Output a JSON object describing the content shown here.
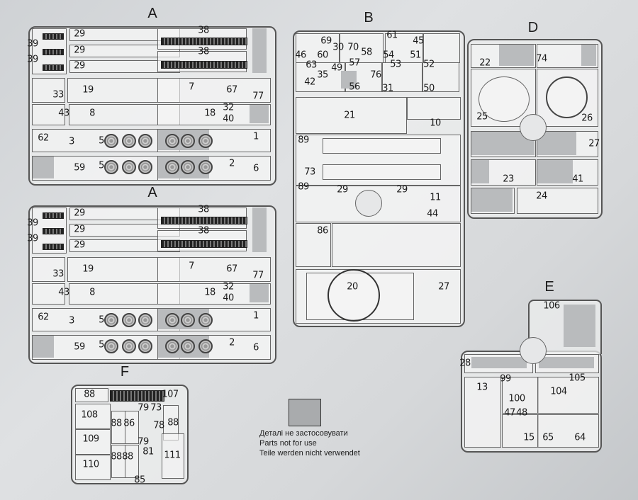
{
  "sprues": {
    "A1": {
      "title": "A",
      "parts": [
        "39",
        "39",
        "29",
        "29",
        "29",
        "38",
        "38",
        "33",
        "19",
        "7",
        "67",
        "77",
        "43",
        "8",
        "18",
        "32",
        "40",
        "62",
        "3",
        "5",
        "1",
        "59",
        "5",
        "2",
        "6"
      ]
    },
    "A2": {
      "title": "A",
      "parts": [
        "39",
        "39",
        "29",
        "29",
        "29",
        "38",
        "38",
        "33",
        "19",
        "7",
        "67",
        "77",
        "43",
        "8",
        "18",
        "32",
        "40",
        "62",
        "3",
        "5",
        "1",
        "59",
        "5",
        "2",
        "6"
      ]
    },
    "B": {
      "title": "B",
      "parts": [
        "69",
        "46",
        "60",
        "30",
        "70",
        "58",
        "61",
        "54",
        "45",
        "51",
        "63",
        "35",
        "49",
        "57",
        "42",
        "56",
        "76",
        "53",
        "31",
        "52",
        "50",
        "21",
        "10",
        "89",
        "73",
        "89",
        "29",
        "29",
        "11",
        "44",
        "86",
        "20",
        "27"
      ]
    },
    "D": {
      "title": "D",
      "parts": [
        "22",
        "74",
        "25",
        "26",
        "27",
        "23",
        "41",
        "24"
      ]
    },
    "E": {
      "title": "E",
      "parts": [
        "106",
        "28",
        "13",
        "99",
        "100",
        "104",
        "105",
        "47",
        "48",
        "15",
        "65",
        "64"
      ]
    },
    "F": {
      "title": "F",
      "parts": [
        "88",
        "107",
        "108",
        "109",
        "110",
        "88",
        "86",
        "88",
        "88",
        "79",
        "73",
        "78",
        "79",
        "81",
        "111",
        "88",
        "85"
      ]
    }
  },
  "legend": {
    "swatch_color": "#a9abad",
    "lines": [
      "Деталі не застосовувати",
      "Parts not for use",
      "Teile werden nicht verwendet"
    ]
  }
}
